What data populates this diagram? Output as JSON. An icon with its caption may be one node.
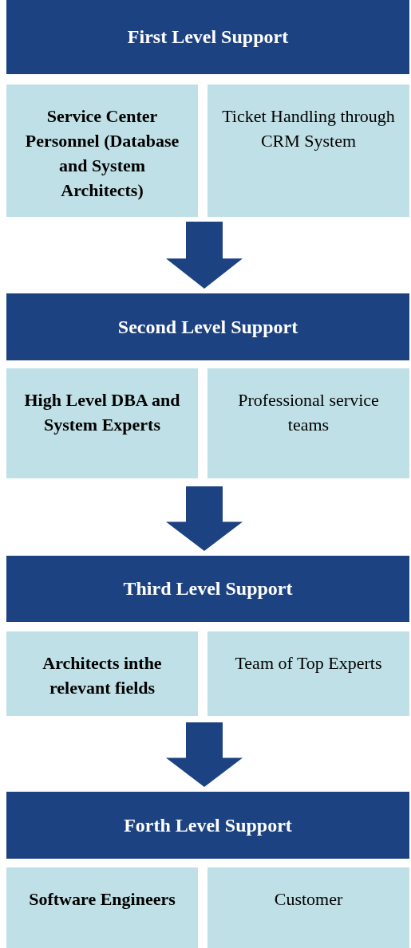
{
  "diagram": {
    "nodes": [
      {
        "text": [
          "First Level Support"
        ]
      },
      {
        "text": [
          "Service Center Personnel (Database and System Architects)"
        ]
      },
      {
        "text": [
          "Ticket Handling through CRM System"
        ]
      },
      {
        "text": [
          "Second Level Support"
        ]
      },
      {
        "text": [
          "High Level DBA and System Experts"
        ]
      },
      {
        "text": [
          "Professional service teams"
        ]
      },
      {
        "text": [
          "Third Level Support"
        ]
      },
      {
        "text": [
          "Architects inthe relevant fields"
        ]
      },
      {
        "text": [
          "Team of Top Experts"
        ]
      },
      {
        "text": [
          "Forth Level Support"
        ]
      },
      {
        "text": [
          "Software Engineers"
        ]
      },
      {
        "text": [
          "Customer"
        ]
      }
    ],
    "edges": [
      {
        "from": null,
        "to": 3,
        "arrow": "to"
      },
      {
        "from": null,
        "to": 6,
        "arrow": "to"
      },
      {
        "from": null,
        "to": 9,
        "arrow": "to"
      }
    ]
  }
}
